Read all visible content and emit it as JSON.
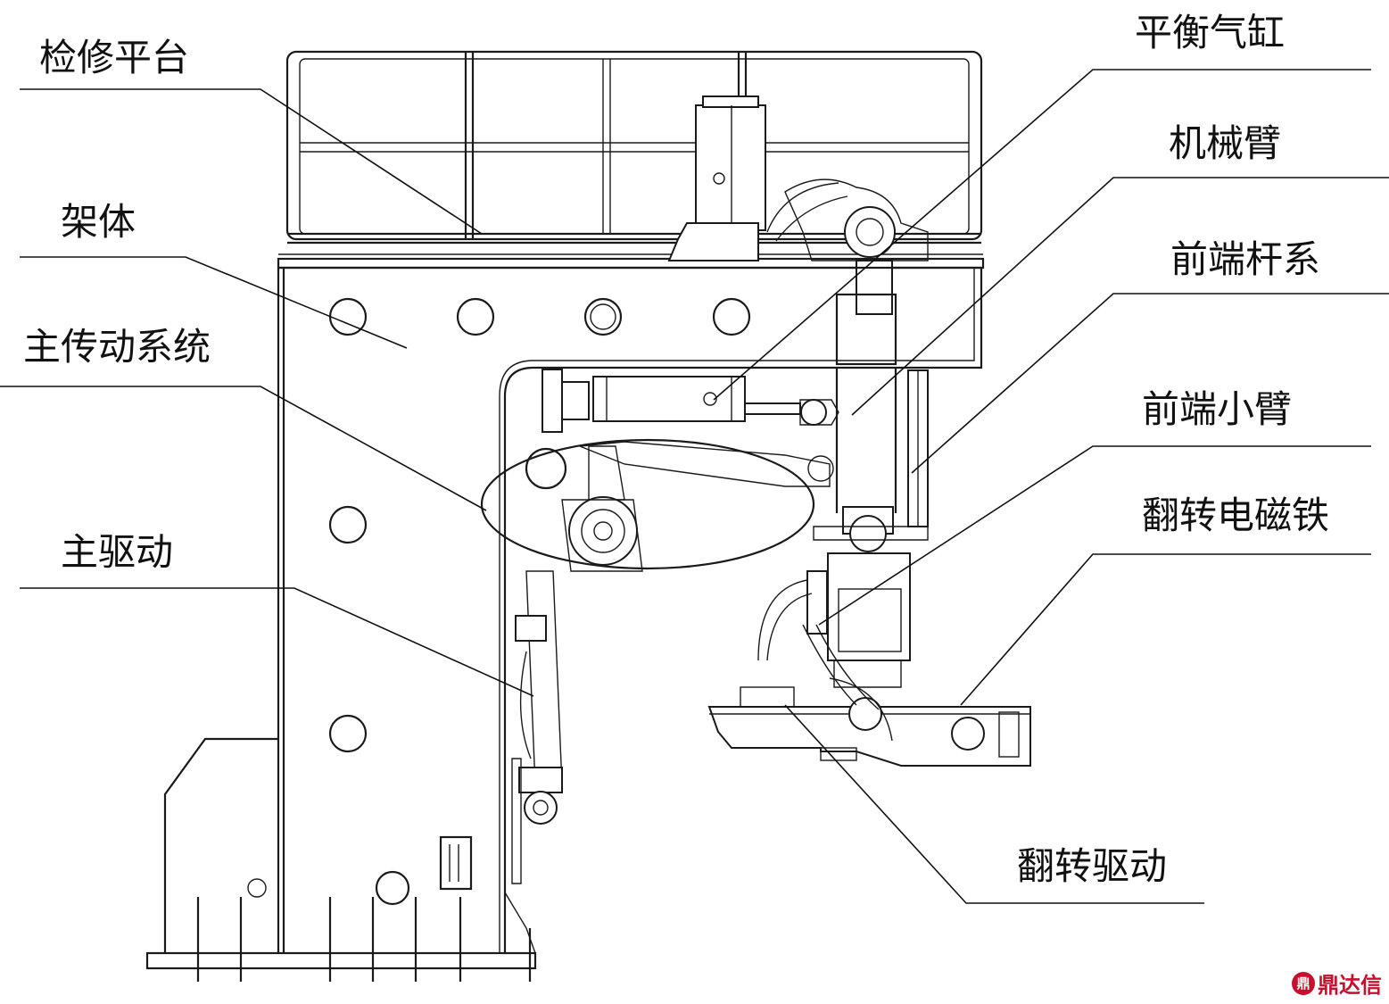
{
  "labels": {
    "platform": "检修平台",
    "frame": "架体",
    "main_transmission": "主传动系统",
    "main_drive": "主驱动",
    "balance_cylinder": "平衡气缸",
    "arm": "机械臂",
    "front_linkage": "前端杆系",
    "front_small_arm": "前端小臂",
    "flip_magnet": "翻转电磁铁",
    "flip_drive": "翻转驱动"
  },
  "watermark": {
    "mark": "鼎",
    "text": "鼎达信"
  },
  "colors": {
    "line": "#1a1a1a",
    "watermark": "#c8102e"
  }
}
